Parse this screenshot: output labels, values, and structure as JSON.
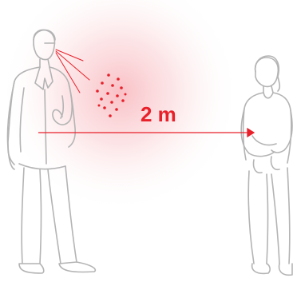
{
  "distance_label": "2 m",
  "colors": {
    "accent": "#e8202a",
    "outline": "#b4b4b4",
    "glow": "#fbd4d7",
    "background": "#ffffff"
  },
  "figures": [
    {
      "role": "speaker",
      "icon": "man-speaking-icon"
    },
    {
      "role": "listener",
      "icon": "woman-standing-icon"
    }
  ],
  "droplets": {
    "icon": "droplets-icon"
  },
  "distance_arrow": {
    "icon": "arrow-right-icon"
  }
}
